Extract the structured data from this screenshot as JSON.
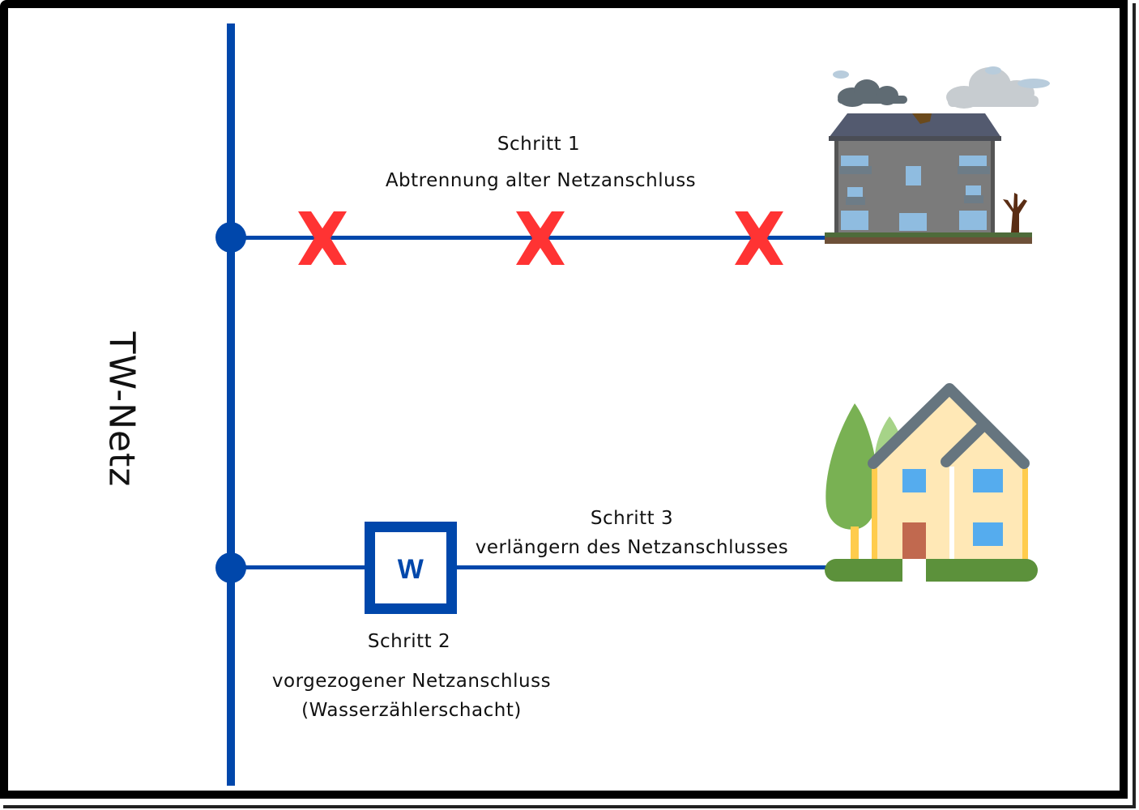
{
  "network_label": "TW-Netz",
  "colors": {
    "pipe": "#0047AB",
    "cross": "#FF3333",
    "border": "#000000"
  },
  "step1": {
    "title": "Schritt 1",
    "description": "Abtrennung alter Netzanschluss",
    "cut_marks": 3
  },
  "step2": {
    "title": "Schritt 2",
    "description_line1": "vorgezogener Netzanschluss",
    "description_line2": "(Wasserzählerschacht)",
    "meter_letter": "W"
  },
  "step3": {
    "title": "Schritt 3",
    "description": "verlängern des Netzanschlusses"
  },
  "icons": {
    "old_house": "old-damaged-house-icon",
    "new_house": "new-house-icon",
    "cut": "cross-icon",
    "meter": "water-meter-shaft-icon",
    "junction": "pipe-junction-icon"
  }
}
